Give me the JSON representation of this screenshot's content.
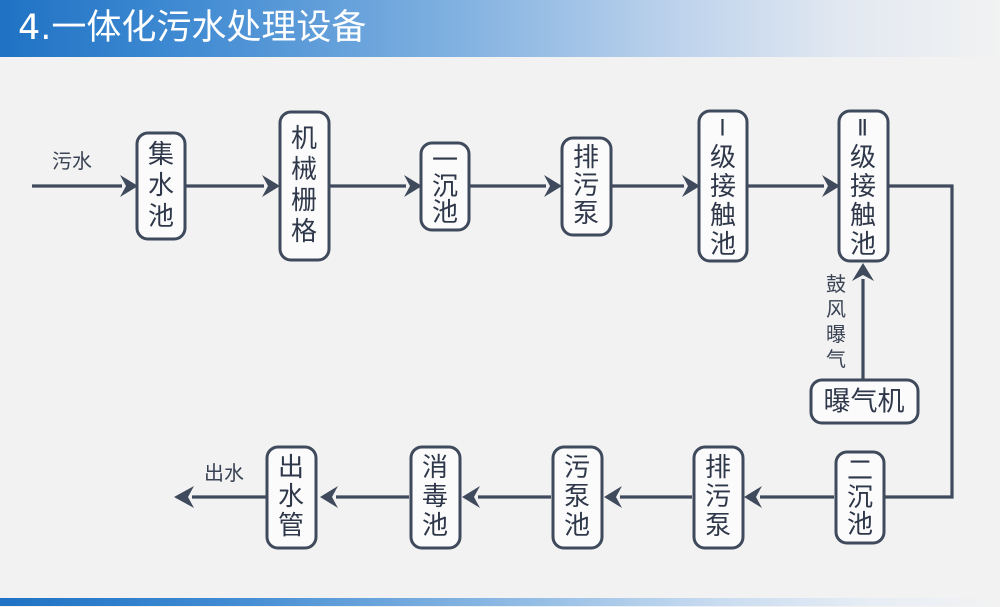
{
  "header": {
    "title": "4.一体化污水处理设备",
    "bar_color": "#1f72c4"
  },
  "footer": {
    "bar_color": "#1f72c4"
  },
  "theme": {
    "background": "#f2f2f2",
    "line_color": "#3f4a5c",
    "box_fill": "#fbfbfb",
    "text_color": "#2f384a"
  },
  "diagram": {
    "type": "flowchart",
    "orientation": "serpentine-two-rows",
    "nodes": [
      {
        "id": "n1",
        "label": "集水池",
        "chars": [
          "集",
          "水",
          "池"
        ],
        "row": "top",
        "orient": "vertical"
      },
      {
        "id": "n2",
        "label": "机械栅格",
        "chars": [
          "机",
          "械",
          "栅",
          "格"
        ],
        "row": "top",
        "orient": "vertical"
      },
      {
        "id": "n3",
        "label": "一沉池",
        "chars": [
          "一",
          "沉",
          "池"
        ],
        "row": "top",
        "orient": "vertical"
      },
      {
        "id": "n4",
        "label": "排污泵",
        "chars": [
          "排",
          "污",
          "泵"
        ],
        "row": "top",
        "orient": "vertical"
      },
      {
        "id": "n5",
        "label": "Ⅰ级接触池",
        "chars": [
          "Ⅰ",
          "级",
          "接",
          "触",
          "池"
        ],
        "row": "top",
        "orient": "vertical"
      },
      {
        "id": "n6",
        "label": "Ⅱ级接触池",
        "chars": [
          "Ⅱ",
          "级",
          "接",
          "触",
          "池"
        ],
        "row": "top",
        "orient": "vertical"
      },
      {
        "id": "n7",
        "label": "曝气机",
        "chars": [
          "曝气机"
        ],
        "row": "middle",
        "orient": "horizontal"
      },
      {
        "id": "n8",
        "label": "二沉池",
        "chars": [
          "二",
          "沉",
          "池"
        ],
        "row": "bottom",
        "orient": "vertical"
      },
      {
        "id": "n9",
        "label": "排污泵",
        "chars": [
          "排",
          "污",
          "泵"
        ],
        "row": "bottom",
        "orient": "vertical"
      },
      {
        "id": "n10",
        "label": "污泵池",
        "chars": [
          "污",
          "泵",
          "池"
        ],
        "row": "bottom",
        "orient": "vertical"
      },
      {
        "id": "n11",
        "label": "消毒池",
        "chars": [
          "消",
          "毒",
          "池"
        ],
        "row": "bottom",
        "orient": "vertical"
      },
      {
        "id": "n12",
        "label": "出水管",
        "chars": [
          "出",
          "水",
          "管"
        ],
        "row": "bottom",
        "orient": "vertical"
      }
    ],
    "edge_labels": {
      "inlet": "污水",
      "outlet": "出水",
      "aeration": "鼓风曝气",
      "aeration_chars": [
        "鼓",
        "风",
        "曝",
        "气"
      ]
    }
  }
}
